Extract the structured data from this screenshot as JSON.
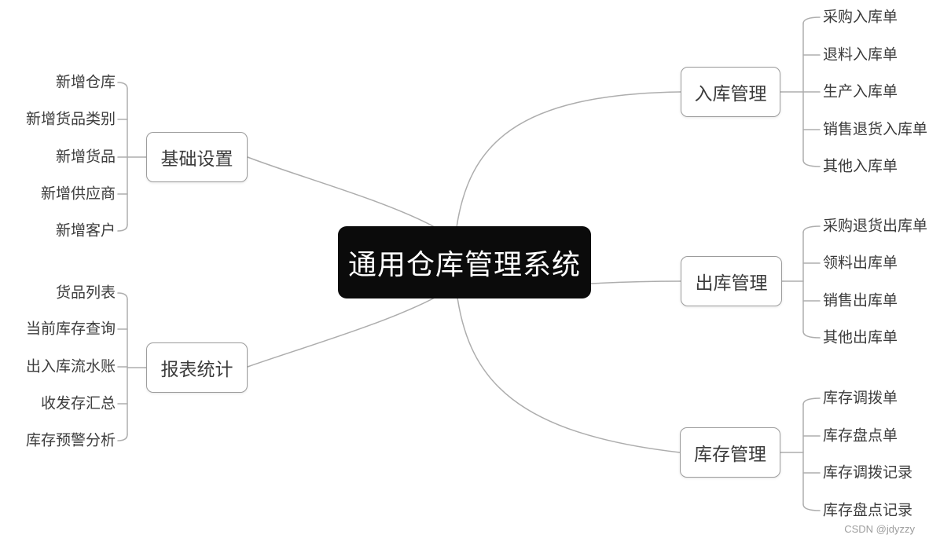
{
  "root": {
    "label": "通用仓库管理系统"
  },
  "branches": {
    "basic": {
      "label": "基础设置",
      "children": [
        "新增仓库",
        "新增货品类别",
        "新增货品",
        "新增供应商",
        "新增客户"
      ]
    },
    "report": {
      "label": "报表统计",
      "children": [
        "货品列表",
        "当前库存查询",
        "出入库流水账",
        "收发存汇总",
        "库存预警分析"
      ]
    },
    "inbound": {
      "label": "入库管理",
      "children": [
        "采购入库单",
        "退料入库单",
        "生产入库单",
        "销售退货入库单",
        "其他入库单"
      ]
    },
    "outbound": {
      "label": "出库管理",
      "children": [
        "采购退货出库单",
        "领料出库单",
        "销售出库单",
        "其他出库单"
      ]
    },
    "inventory": {
      "label": "库存管理",
      "children": [
        "库存调拨单",
        "库存盘点单",
        "库存调拨记录",
        "库存盘点记录"
      ]
    }
  },
  "watermark": "CSDN @jdyzzy",
  "colors": {
    "connector": "#adadad",
    "node_border": "#9c9c9c",
    "node_text": "#3c3c3c",
    "root_bg": "#0b0b0b",
    "root_text": "#ffffff",
    "watermark_color": "#9d9d9d"
  }
}
